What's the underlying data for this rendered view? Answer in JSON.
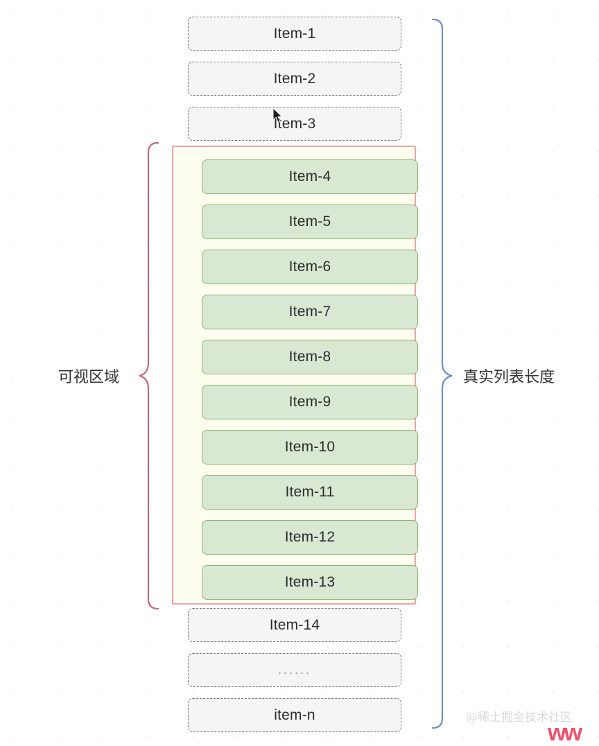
{
  "diagram": {
    "title": "virtual-list-rendering-diagram",
    "colors": {
      "dashed_item_fill": "#f5f5f5",
      "dashed_item_border": "#787878",
      "green_item_fill": "#d8e8d3",
      "green_item_border": "#87b36a",
      "viewport_container_fill": "#fdfdf0",
      "viewport_container_border": "#e8a5a5",
      "viewport_brace": "#c06a7d",
      "total_brace": "#6c8ebf",
      "label_text": "#333333",
      "watermark_text": "#d9d9de",
      "watermark_logo": "#f0526d"
    },
    "top_items": [
      {
        "label": "Item-1"
      },
      {
        "label": "Item-2"
      },
      {
        "label": "Item-3"
      }
    ],
    "viewport_items": [
      {
        "label": "Item-4"
      },
      {
        "label": "Item-5"
      },
      {
        "label": "Item-6"
      },
      {
        "label": "Item-7"
      },
      {
        "label": "Item-8"
      },
      {
        "label": "Item-9"
      },
      {
        "label": "Item-10"
      },
      {
        "label": "Item-11"
      },
      {
        "label": "Item-12"
      },
      {
        "label": "Item-13"
      }
    ],
    "bottom_items": [
      {
        "label": "Item-14"
      },
      {
        "label": "......"
      },
      {
        "label": "item-n"
      }
    ],
    "annotations": {
      "viewport_label": "可视区域",
      "total_label": "真实列表长度"
    },
    "watermark": {
      "text": "@稀土掘金技术社区",
      "logo": "ww"
    },
    "cursor": {
      "name": "mouse-pointer"
    }
  }
}
